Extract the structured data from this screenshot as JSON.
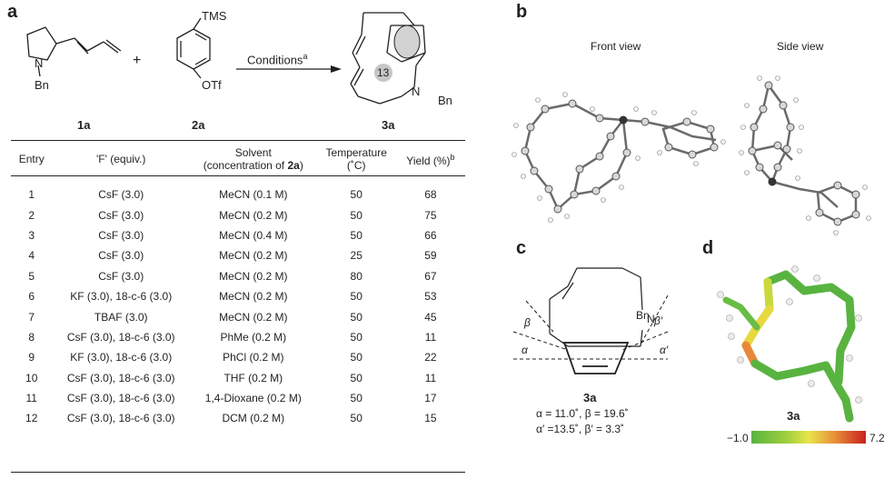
{
  "panels": {
    "a": "a",
    "b": "b",
    "c": "c",
    "d": "d"
  },
  "scheme": {
    "plus": "+",
    "arrow_label": "Conditions",
    "arrow_sup": "a",
    "reagent_labels": {
      "tms": "TMS",
      "otf": "OTf",
      "n1": "N",
      "bn1": "Bn",
      "n3": "N",
      "bn3": "Bn",
      "ring_size": "13"
    },
    "compounds": [
      "1a",
      "2a",
      "3a"
    ]
  },
  "table": {
    "headers": {
      "entry": "Entry",
      "f": "'F' (equiv.)",
      "solvent_line1": "Solvent",
      "solvent_line2_prefix": "(concentration of ",
      "solvent_line2_bold": "2a",
      "solvent_line2_suffix": ")",
      "temp_line1": "Temperature",
      "temp_line2": "(˚C)",
      "yield": "Yield (%)",
      "yield_sup": "b"
    },
    "rows": [
      {
        "entry": "1",
        "f": "CsF (3.0)",
        "solvent": "MeCN (0.1 M)",
        "temp": "50",
        "yield": "68"
      },
      {
        "entry": "2",
        "f": "CsF (3.0)",
        "solvent": "MeCN (0.2 M)",
        "temp": "50",
        "yield": "75"
      },
      {
        "entry": "3",
        "f": "CsF (3.0)",
        "solvent": "MeCN (0.4 M)",
        "temp": "50",
        "yield": "66"
      },
      {
        "entry": "4",
        "f": "CsF (3.0)",
        "solvent": "MeCN (0.2 M)",
        "temp": "25",
        "yield": "59"
      },
      {
        "entry": "5",
        "f": "CsF (3.0)",
        "solvent": "MeCN (0.2 M)",
        "temp": "80",
        "yield": "67"
      },
      {
        "entry": "6",
        "f": "KF (3.0), 18-c-6 (3.0)",
        "solvent": "MeCN (0.2 M)",
        "temp": "50",
        "yield": "53"
      },
      {
        "entry": "7",
        "f": "TBAF (3.0)",
        "solvent": "MeCN (0.2 M)",
        "temp": "50",
        "yield": "45"
      },
      {
        "entry": "8",
        "f": "CsF (3.0), 18-c-6 (3.0)",
        "solvent": "PhMe (0.2 M)",
        "temp": "50",
        "yield": "11"
      },
      {
        "entry": "9",
        "f": "KF (3.0), 18-c-6 (3.0)",
        "solvent": "PhCl (0.2 M)",
        "temp": "50",
        "yield": "22"
      },
      {
        "entry": "10",
        "f": "CsF (3.0), 18-c-6 (3.0)",
        "solvent": "THF (0.2 M)",
        "temp": "50",
        "yield": "11"
      },
      {
        "entry": "11",
        "f": "CsF (3.0), 18-c-6 (3.0)",
        "solvent": "1,4-Dioxane (0.2 M)",
        "temp": "50",
        "yield": "17"
      },
      {
        "entry": "12",
        "f": "CsF (3.0), 18-c-6 (3.0)",
        "solvent": "DCM (0.2 M)",
        "temp": "50",
        "yield": "15"
      }
    ]
  },
  "panel_b": {
    "front_view": "Front view",
    "side_view": "Side view"
  },
  "panel_c": {
    "bn": "Bn",
    "n": "N",
    "alpha": "α",
    "beta": "β",
    "alpha_prime": "α′",
    "beta_prime": "β′",
    "compound": "3a",
    "angles_line1": "α = 11.0˚, β = 19.6˚",
    "angles_line2": "α′ =13.5˚, β′ = 3.3˚"
  },
  "panel_d": {
    "compound": "3a",
    "scale_min": "−1.0",
    "scale_max": "7.2"
  },
  "colors": {
    "green": "#58b340",
    "yellow": "#e8e44a",
    "orange": "#e8933a",
    "red": "#c9201e"
  }
}
